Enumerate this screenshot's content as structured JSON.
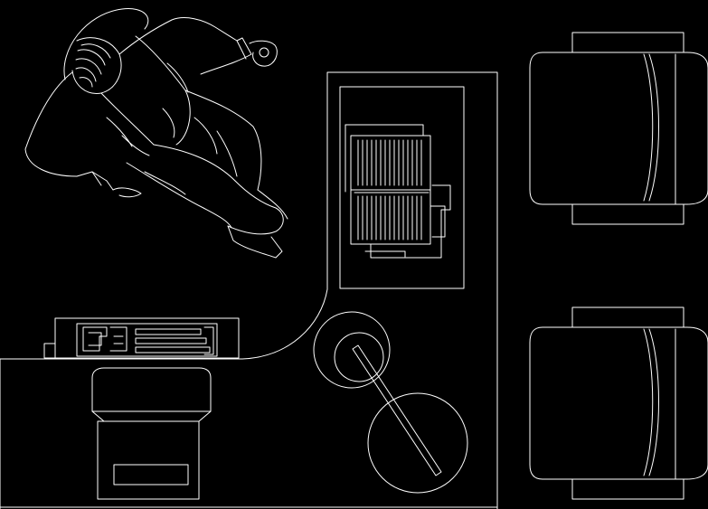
{
  "drawing": {
    "background_color": "#000000",
    "line_color": "#ffffff",
    "objects": [
      "seated-person",
      "desk",
      "desk-chair",
      "computer-monitor",
      "keyboard",
      "side-table",
      "open-book",
      "desk-lamp",
      "armchair",
      "armchair"
    ]
  }
}
